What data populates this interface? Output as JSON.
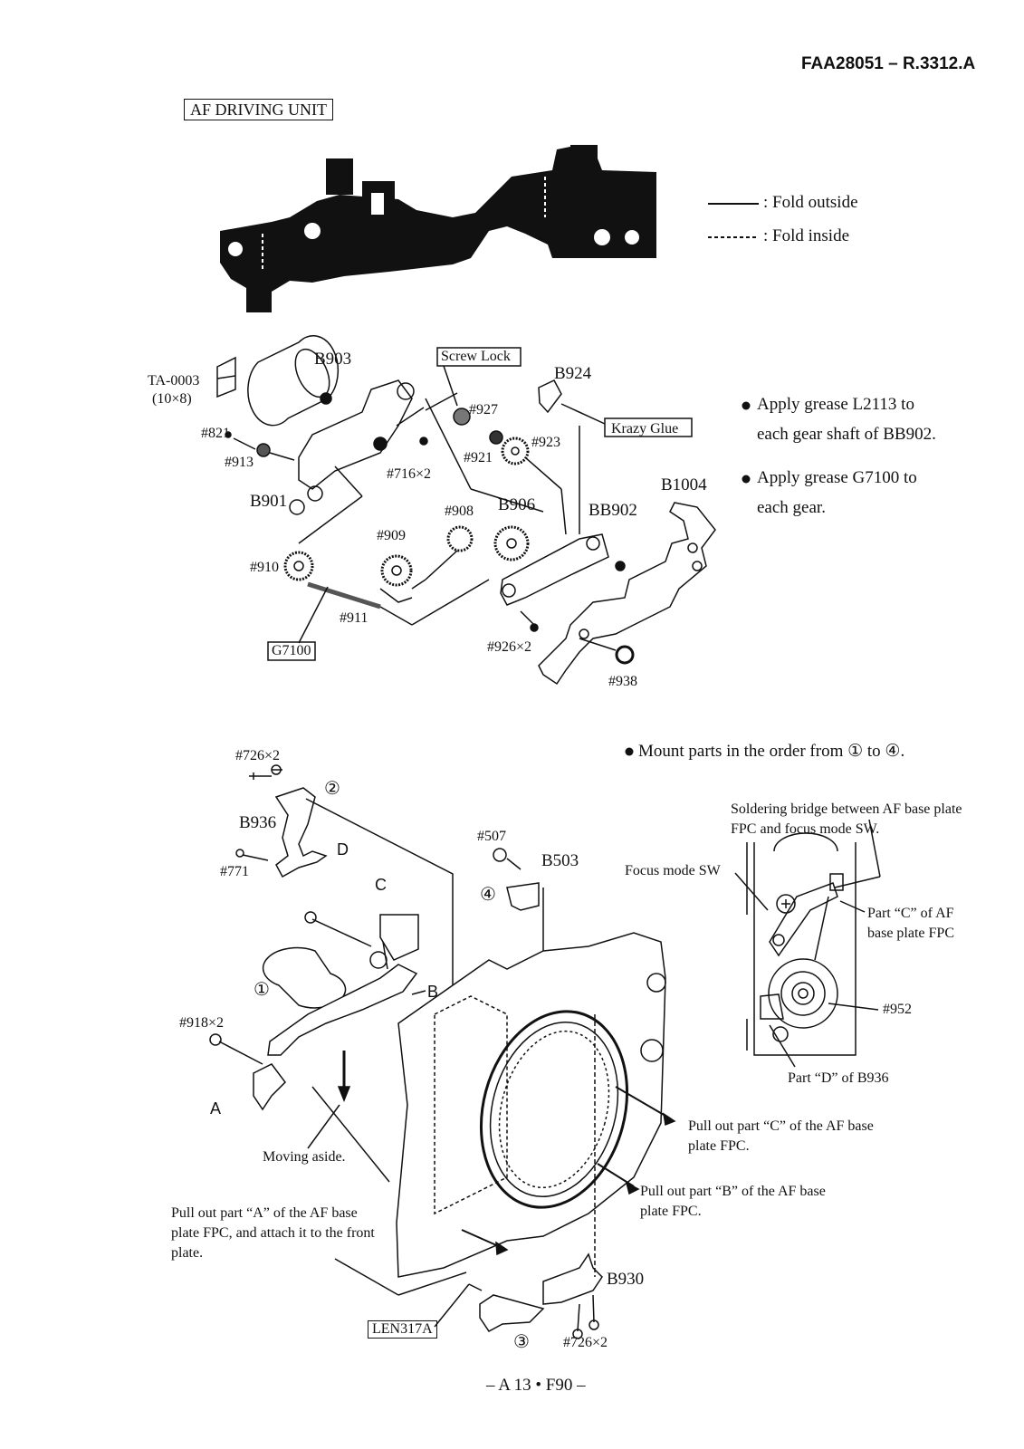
{
  "header": {
    "doc_code": "FAA28051 – R.3312.A"
  },
  "section_title": "AF DRIVING UNIT",
  "legend": {
    "fold_outside": ": Fold outside",
    "fold_inside": ": Fold inside"
  },
  "grease_notes": {
    "note1_line1": "Apply grease L2113 to",
    "note1_line2": "each gear shaft of BB902.",
    "note2_line1": "Apply grease G7100 to",
    "note2_line2": "each gear."
  },
  "upper_labels": {
    "b903": "B903",
    "screw_lock": "Screw Lock",
    "b924": "B924",
    "ta0003": "TA-0003",
    "ta0003_size": "(10×8)",
    "p927": "#927",
    "p923": "#923",
    "krazy_glue": "Krazy Glue",
    "p821": "#821",
    "p913": "#913",
    "p716": "#716×2",
    "p921": "#921",
    "b901": "B901",
    "p908": "#908",
    "b906": "B906",
    "bb902": "BB902",
    "b1004": "B1004",
    "p909": "#909",
    "p910": "#910",
    "p911": "#911",
    "g7100": "G7100",
    "p926": "#926×2",
    "p938": "#938"
  },
  "mount_note": "Mount parts in the order from ① to ④.",
  "lower_labels": {
    "p726a": "#726×2",
    "circ2": "②",
    "b936": "B936",
    "d": "D",
    "p771": "#771",
    "p507": "#507",
    "b503": "B503",
    "circ4": "④",
    "c": "C",
    "circ1": "①",
    "b": "B",
    "p918": "#918×2",
    "a": "A",
    "moving_aside": "Moving aside.",
    "pull_a": "Pull out part “A” of the AF base plate FPC, and attach it to the front plate.",
    "len317a": "LEN317A",
    "circ3": "③",
    "p726b": "#726×2",
    "b930": "B930",
    "pull_c": "Pull out part “C” of the AF base plate FPC.",
    "pull_b": "Pull out part “B” of the AF base plate FPC."
  },
  "inset_labels": {
    "soldering": "Soldering bridge between AF base plate FPC and focus mode SW.",
    "focus_sw": "Focus mode SW",
    "part_c": "Part “C” of AF base plate FPC",
    "p952": "#952",
    "part_d": "Part “D” of B936"
  },
  "footer": "– A 13 • F90 –"
}
